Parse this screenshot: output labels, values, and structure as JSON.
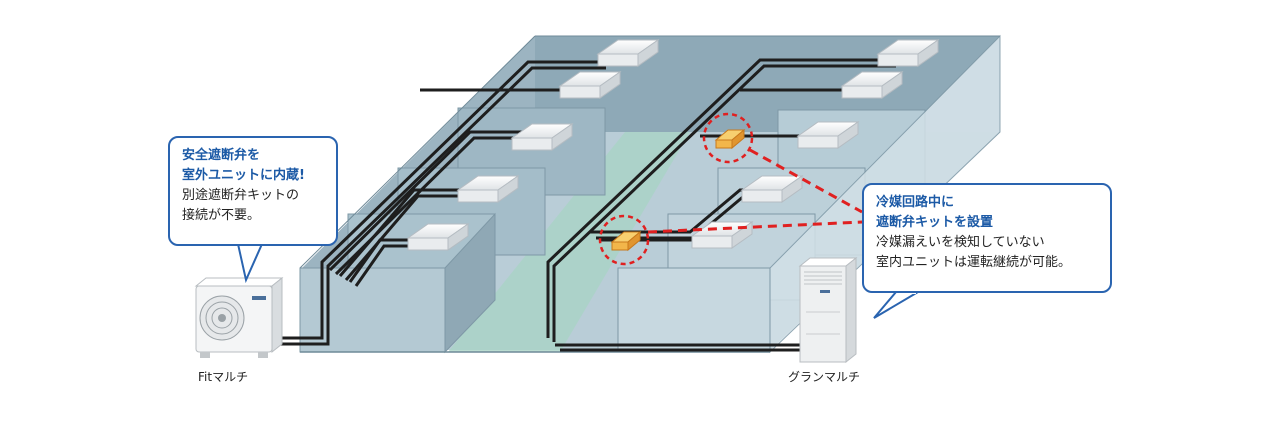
{
  "callout_left": {
    "highlight_line1": "安全遮断弁を",
    "highlight_line2": "室外ユニットに内蔵!",
    "body_line1": "別途遮断弁キットの",
    "body_line2": "接続が不要。"
  },
  "callout_right": {
    "highlight_line1": "冷媒回路中に",
    "highlight_line2": "遮断弁キットを設置",
    "body_line1": "冷媒漏えいを検知していない",
    "body_line2": "室内ユニットは運転継続が可能。"
  },
  "units": {
    "left_label": "Fitマルチ",
    "right_label": "グランマルチ"
  },
  "colors": {
    "accent_blue": "#2a64b0",
    "highlight_blue": "#1c5aa6",
    "valve_red": "#e02020",
    "valve_fill": "#f2b64a",
    "pipe": "#1e1e1e"
  }
}
